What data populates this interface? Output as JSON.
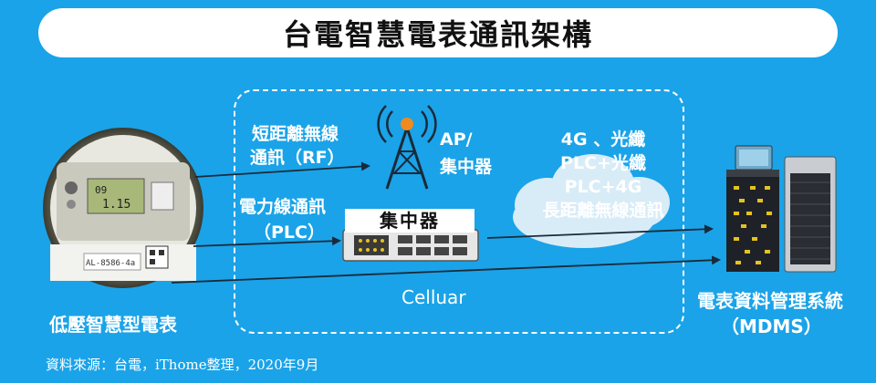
{
  "title": "台電智慧電表通訊架構",
  "labels": {
    "rf_line1": "短距離無線",
    "rf_line2": "通訊（RF）",
    "ap_line1": "AP/",
    "ap_line2": "集中器",
    "plc_line1": "電力線通訊",
    "plc_line2": "（PLC）",
    "hub": "集中器",
    "cloud_line1": "4G 、光纖",
    "cloud_line2": "PLC+光纖",
    "cloud_line3": "PLC+4G",
    "cloud_line4": "長距離無線通訊",
    "celluar": "Celluar",
    "meter": "低壓智慧型電表",
    "mdms_line1": "電表資料管理系統",
    "mdms_line2": "（MDMS）"
  },
  "meter_display": {
    "reading_top": "09",
    "reading_main": "1.15",
    "nameplate": "AL-8586-4a"
  },
  "colors": {
    "background": "#1aa3e8",
    "panel": "#ffffff",
    "line": "#1a2a3a",
    "antenna_tip": "#f08a1e"
  },
  "footnote": "資料來源：台電，iThome整理，2020年9月"
}
